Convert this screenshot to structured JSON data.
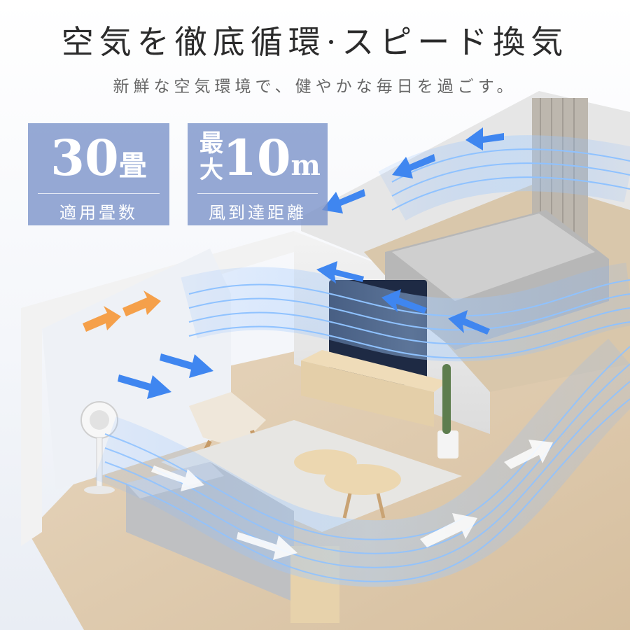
{
  "headline": "空気を徹底循環·スピード換気",
  "subline": "新鮮な空気環境で、健やかな毎日を過ごす。",
  "badges": [
    {
      "value": "30",
      "unit": "畳",
      "label": "適用畳数"
    },
    {
      "prefix_top": "最",
      "prefix_bottom": "大",
      "value": "10",
      "unit": "m",
      "label": "風到達距離"
    }
  ],
  "colors": {
    "badge": "#7891c8",
    "airflow": "#5aa0ff",
    "arrow_warm": "#f5a04a",
    "arrow_cool": "#3f86f0"
  }
}
